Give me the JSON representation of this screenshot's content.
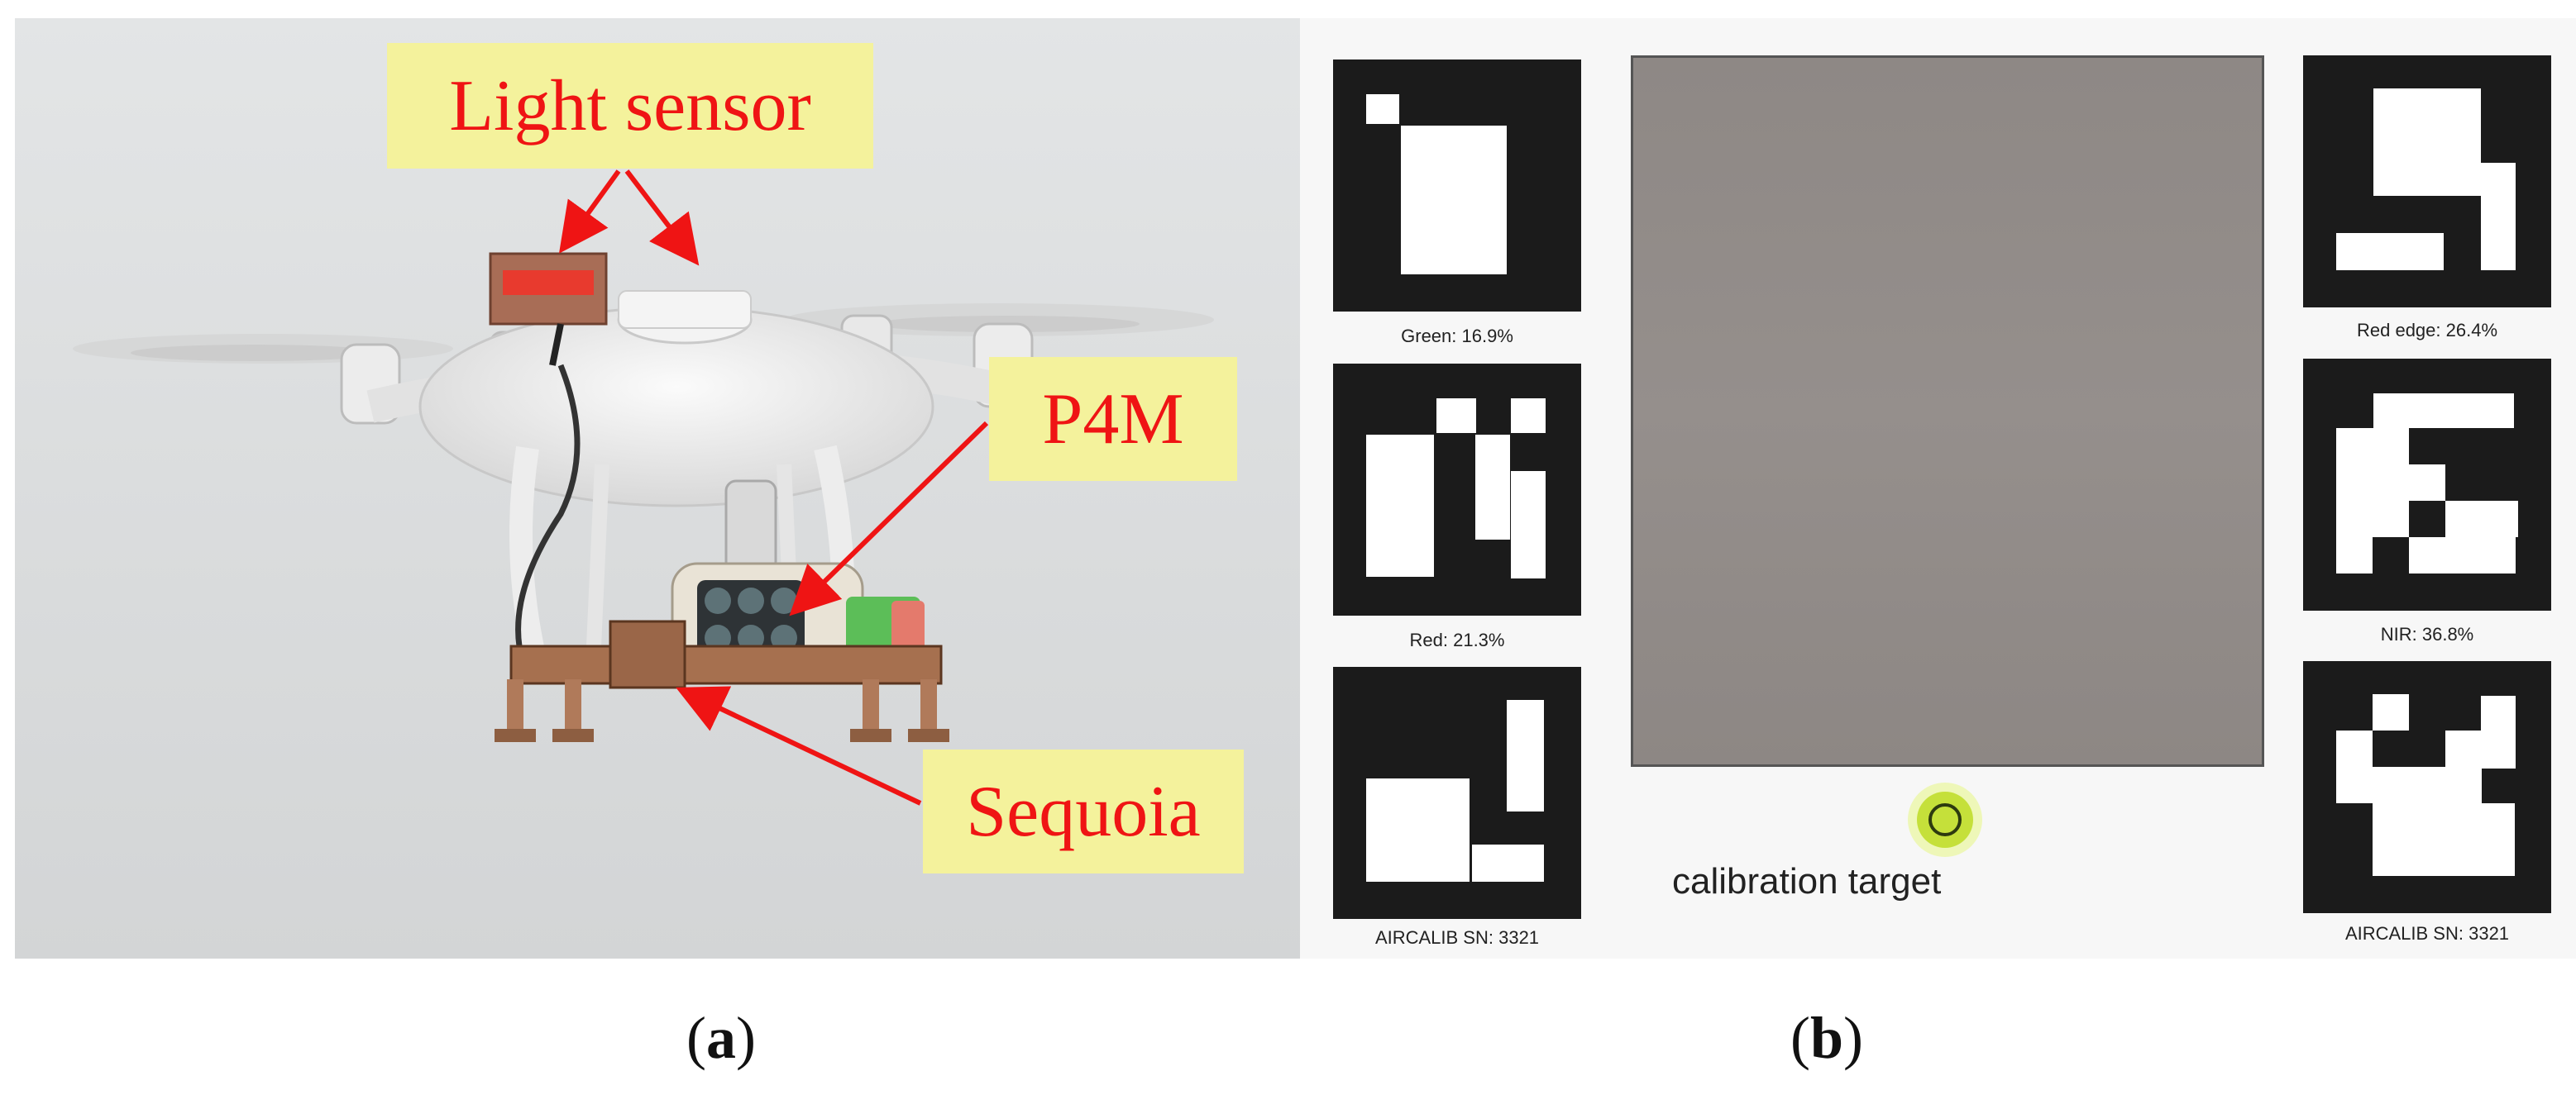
{
  "panel_a": {
    "labels": {
      "light_sensor": "Light sensor",
      "p4m": "P4M",
      "sequoia": "Sequoia"
    },
    "label_color": "#ef1414",
    "callout_color": "#f4f29c"
  },
  "panel_b": {
    "marker_labels": {
      "green": "Green: 16.9%",
      "red": "Red: 21.3%",
      "serial_left": "AIRCALIB SN: 3321",
      "red_edge": "Red edge: 26.4%",
      "nir": "NIR: 36.8%",
      "serial_right": "AIRCALIB SN: 3321"
    },
    "calibration_label": "calibration target",
    "target_color": "#928c89"
  },
  "captions": {
    "a_open": "(",
    "a_letter": "a",
    "a_close": ")",
    "b_open": "(",
    "b_letter": "b",
    "b_close": ")"
  }
}
